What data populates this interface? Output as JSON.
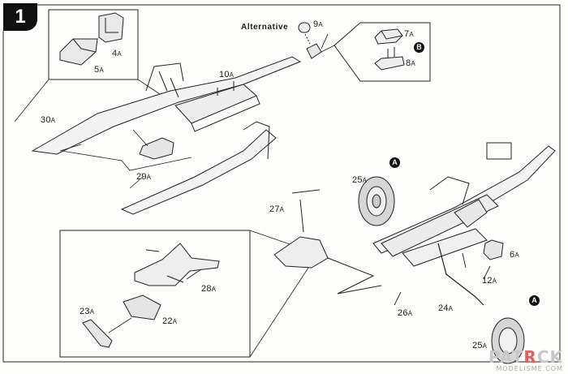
{
  "step": {
    "number": "1"
  },
  "alternative": {
    "text": "Alternative"
  },
  "parts": [
    {
      "id": "5a",
      "num": "5",
      "suffix": "A"
    },
    {
      "id": "4a",
      "num": "4",
      "suffix": "A"
    },
    {
      "id": "9a",
      "num": "9",
      "suffix": "A"
    },
    {
      "id": "7a",
      "num": "7",
      "suffix": "A"
    },
    {
      "id": "8a",
      "num": "8",
      "suffix": "A"
    },
    {
      "id": "10a",
      "num": "10",
      "suffix": "A"
    },
    {
      "id": "30a",
      "num": "30",
      "suffix": "A"
    },
    {
      "id": "29a",
      "num": "29",
      "suffix": "A"
    },
    {
      "id": "25a-top",
      "num": "25",
      "suffix": "A"
    },
    {
      "id": "27a",
      "num": "27",
      "suffix": "A"
    },
    {
      "id": "6a",
      "num": "6",
      "suffix": "A"
    },
    {
      "id": "12a",
      "num": "12",
      "suffix": "A"
    },
    {
      "id": "28a",
      "num": "28",
      "suffix": "A"
    },
    {
      "id": "22a",
      "num": "22",
      "suffix": "A"
    },
    {
      "id": "23a",
      "num": "23",
      "suffix": "A"
    },
    {
      "id": "26a",
      "num": "26",
      "suffix": "A"
    },
    {
      "id": "24a",
      "num": "24",
      "suffix": "A"
    },
    {
      "id": "25a-bottom",
      "num": "25",
      "suffix": "A"
    }
  ],
  "markers": {
    "a_top": "A",
    "a_bottom": "A",
    "b": "B"
  },
  "watermark": {
    "main_1": "PAT",
    "main_red": "R",
    "main_2": "CK",
    "sub": "MODELISME.COM"
  }
}
